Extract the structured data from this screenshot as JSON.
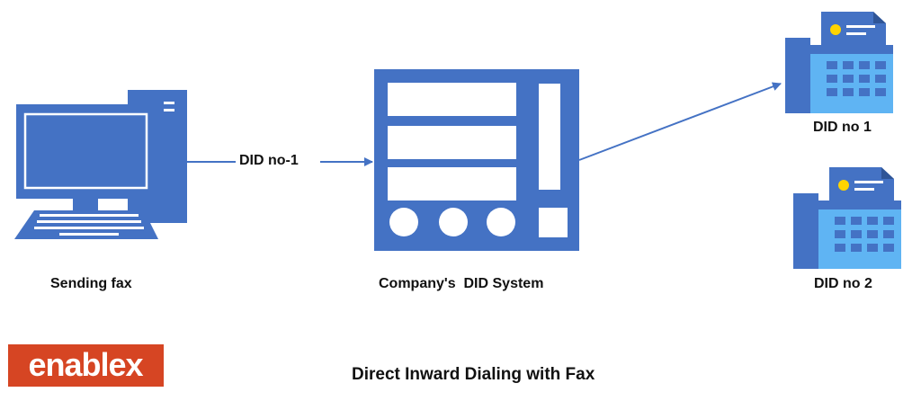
{
  "labels": {
    "sender": "Sending fax",
    "system": "Company's  DID System",
    "edge": "DID no-1",
    "receiver1": "DID no 1",
    "receiver2": "DID no 2"
  },
  "caption": "Direct Inward Dialing with Fax",
  "logo": {
    "text": "enablex",
    "color": "#d64523"
  },
  "colors": {
    "primary": "#4472c4",
    "light": "#5fb4f3",
    "accent": "#ffd400",
    "text": "#111111"
  },
  "icons": {
    "sender": "desktop-computer-icon",
    "system": "did-system-server-icon",
    "receiver": "fax-machine-icon"
  }
}
